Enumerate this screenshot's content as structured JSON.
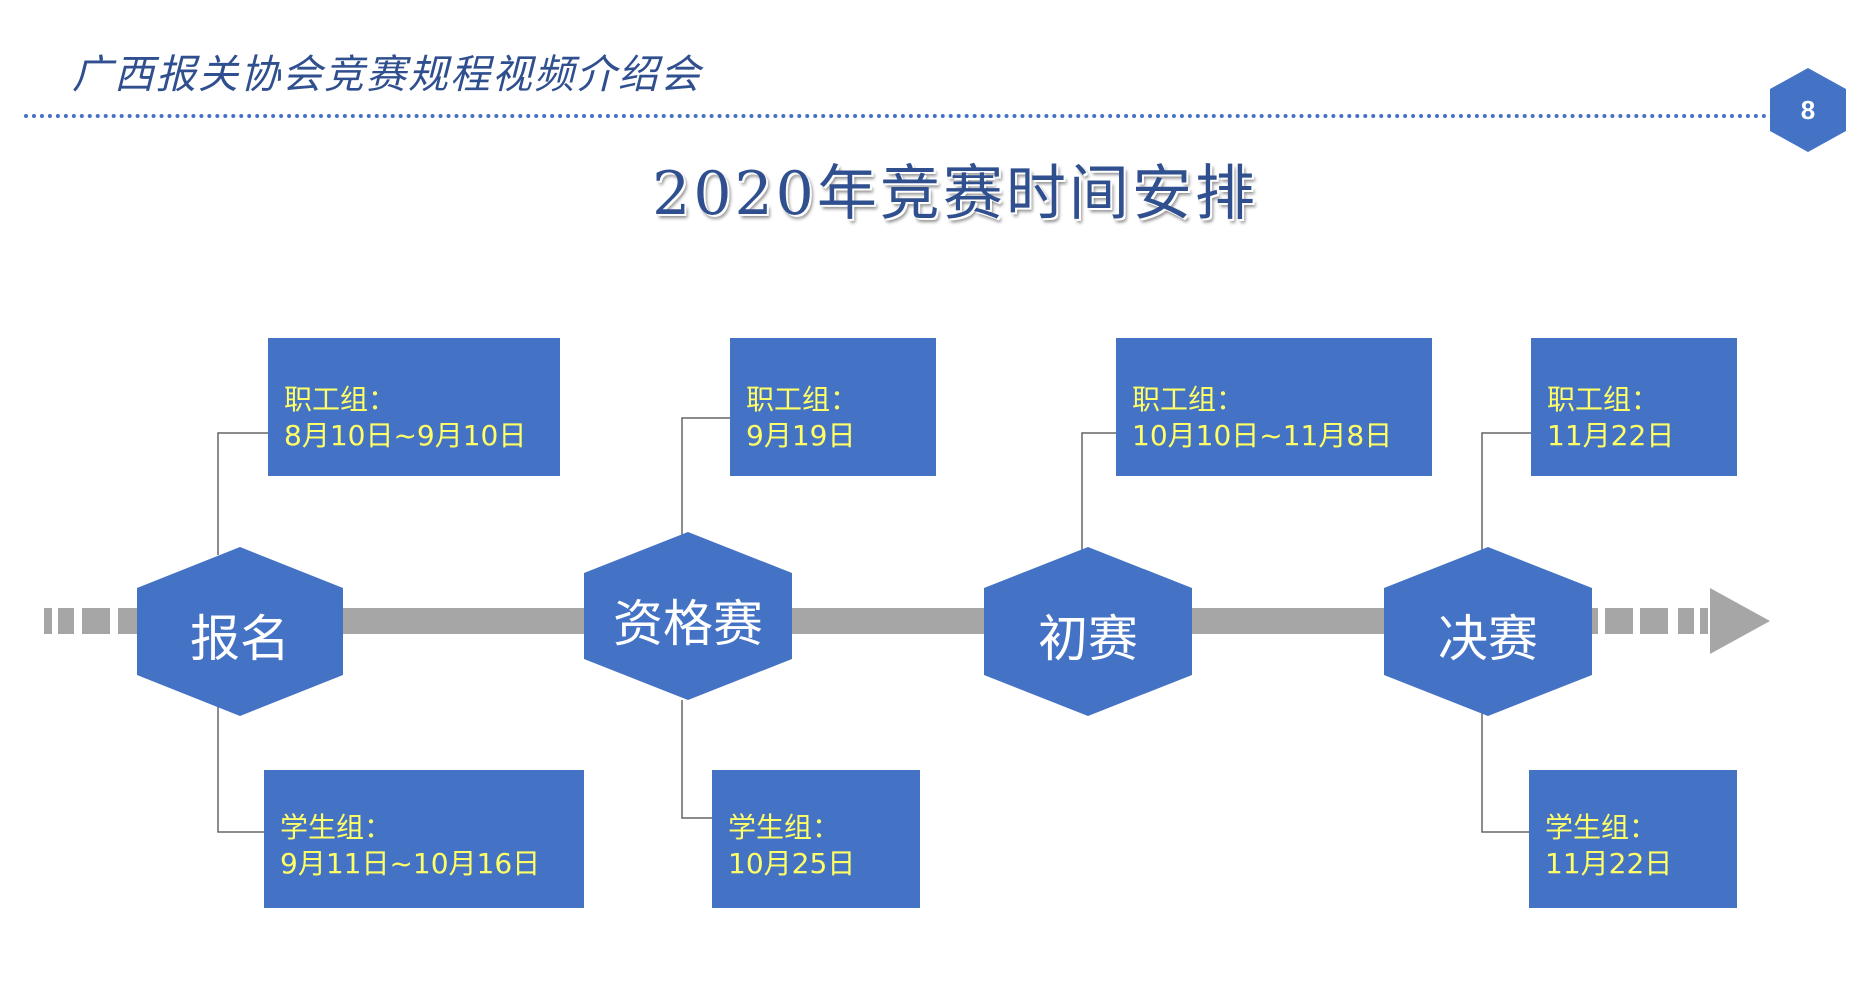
{
  "header": {
    "title": "广西报关协会竞赛规程视频介绍会",
    "page_number": "8"
  },
  "main_title": "2020年竞赛时间安排",
  "colors": {
    "box": "#4472c4",
    "date_text": "#ffff66",
    "timeline": "#a6a6a6",
    "title": "#2f4f8f"
  },
  "stages": [
    {
      "label": "报名",
      "staff": {
        "group": "职工组：",
        "date": "8月10日~9月10日"
      },
      "student": {
        "group": "学生组：",
        "date": "9月11日~10月16日"
      }
    },
    {
      "label": "资格赛",
      "staff": {
        "group": "职工组：",
        "date": "9月19日"
      },
      "student": {
        "group": "学生组：",
        "date": "10月25日"
      }
    },
    {
      "label": "初赛",
      "staff": {
        "group": "职工组：",
        "date": "10月10日~11月8日"
      }
    },
    {
      "label": "决赛",
      "staff": {
        "group": "职工组：",
        "date": "11月22日"
      },
      "student": {
        "group": "学生组：",
        "date": "11月22日"
      }
    }
  ]
}
